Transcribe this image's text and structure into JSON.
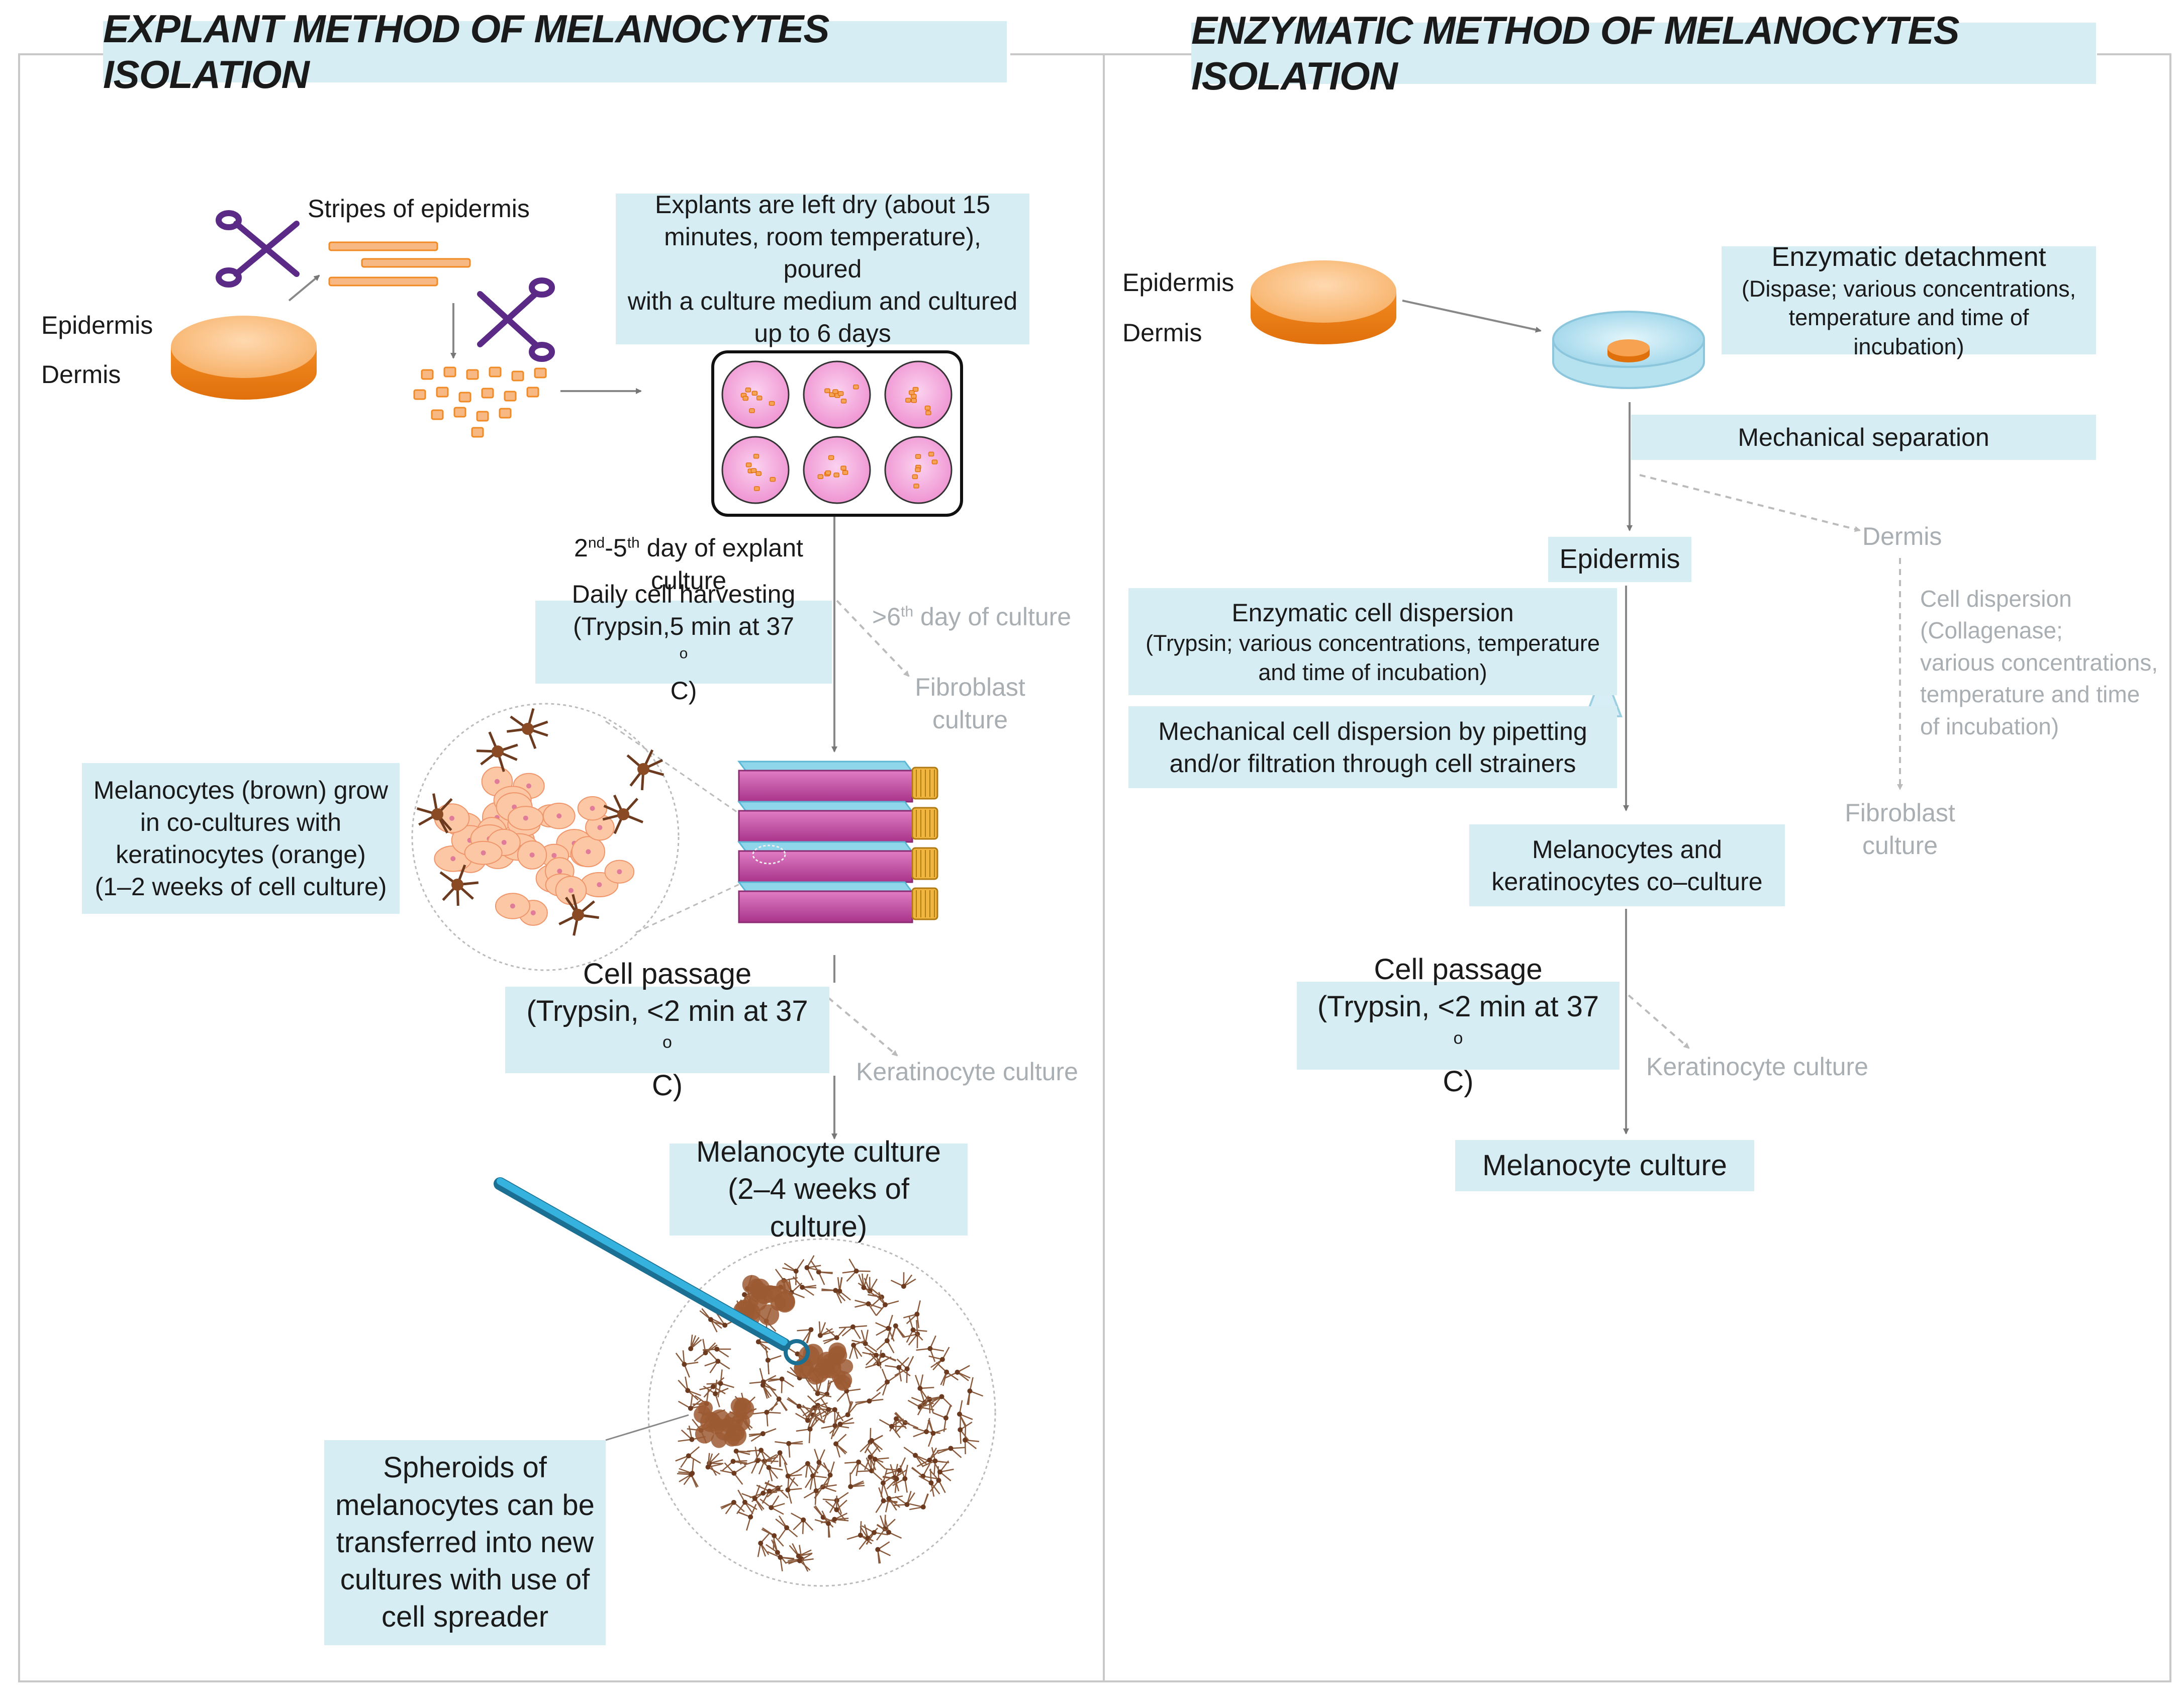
{
  "explant": {
    "title": "EXPLANT METHOD OF MELANOCYTES ISOLATION",
    "stripes_label": "Stripes of epidermis",
    "epidermis_label": "Epidermis",
    "dermis_label": "Dermis",
    "explants_box": [
      "Explants are left dry (about 15",
      "minutes, room temperature), poured",
      "with a culture medium and cultured",
      "up to 6 days"
    ],
    "day_label": {
      "pre": "2",
      "sup1": "nd",
      "mid": "-5",
      "sup2": "th",
      "post": " day of explant",
      "line2": "culture"
    },
    "harvest_box": {
      "line1": "Daily cell harvesting",
      "line2_pre": "(Trypsin,5 min at 37",
      "sup": "o",
      "line2_post": "C)"
    },
    "sixth_day": {
      "pre": ">6",
      "sup": "th",
      "post": " day of culture"
    },
    "fibroblast": [
      "Fibroblast",
      "culture"
    ],
    "coculture_box": [
      "Melanocytes (brown) grow",
      "in co-cultures with",
      "keratinocytes (orange)",
      "(1–2 weeks of cell culture)"
    ],
    "passage_box": {
      "line1": "Cell passage",
      "line2_pre": "(Trypsin, <2 min at 37",
      "sup": "o",
      "line2_post": "C)"
    },
    "keratinocyte": "Keratinocyte culture",
    "melanocyte_box": [
      "Melanocyte culture",
      "(2–4 weeks of culture)"
    ],
    "spheroids_box": [
      "Spheroids of",
      "melanocytes can be",
      "transferred into new",
      "cultures with use of",
      "cell spreader"
    ]
  },
  "enzymatic": {
    "title": "ENZYMATIC METHOD OF MELANOCYTES ISOLATION",
    "epidermis_label": "Epidermis",
    "dermis_label": "Dermis",
    "detach_box": {
      "line1": "Enzymatic detachment",
      "line2": "(Dispase; various concentrations,",
      "line3": "temperature and time of incubation)"
    },
    "mech_sep_box": "Mechanical separation",
    "epidermis_box": "Epidermis",
    "dermis_grey": "Dermis",
    "collagenase": [
      "Cell dispersion",
      "(Collagenase;",
      "various concentrations,",
      "temperature and time",
      "of incubation)"
    ],
    "enzyme_disp_box": {
      "line1": "Enzymatic cell dispersion",
      "line2": "(Trypsin; various concentrations, temperature",
      "line3": "and time of incubation)"
    },
    "mech_disp_box": [
      "Mechanical cell dispersion by pipetting",
      "and/or filtration through cell strainers"
    ],
    "fibroblast": [
      "Fibroblast",
      "culture"
    ],
    "coculture_box": [
      "Melanocytes and",
      "keratinocytes co–culture"
    ],
    "passage_box": {
      "line1": "Cell passage",
      "line2_pre": "(Trypsin, <2 min at 37",
      "sup": "o",
      "line2_post": "C)"
    },
    "keratinocyte": "Keratinocyte culture",
    "melanocyte_box": "Melanocyte culture"
  },
  "colors": {
    "box_bg": "#d6edf3",
    "orange": "#f08a24",
    "pink": "#f4a7d8",
    "flask": "#c2459e",
    "grey_text": "#a9aeb2",
    "pipette": "#1e8fb8"
  }
}
